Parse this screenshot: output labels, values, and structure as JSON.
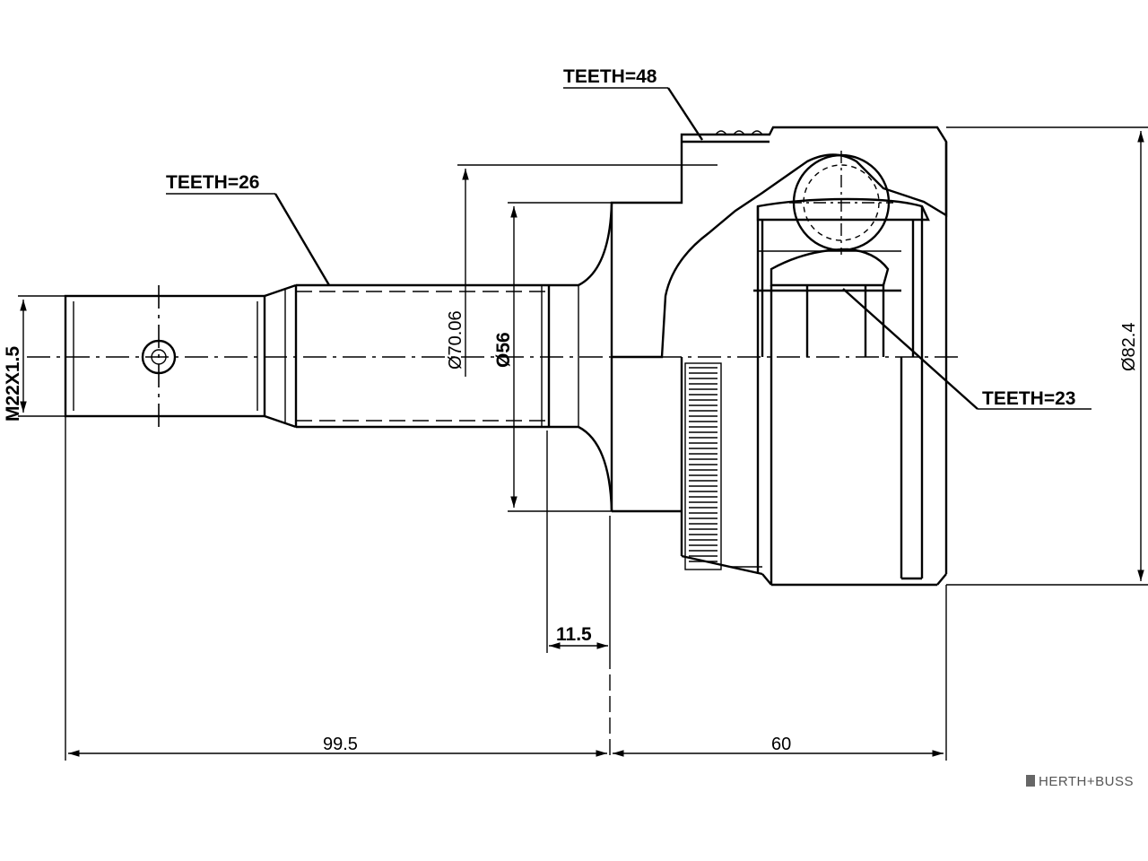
{
  "labels": {
    "teeth_outer": "TEETH=48",
    "teeth_shaft": "TEETH=26",
    "teeth_inner": "TEETH=23"
  },
  "dimensions": {
    "thread": "M22X1.5",
    "spline_diameter": "Ø70.06",
    "seat_diameter": "Ø56",
    "outer_diameter": "Ø82.4",
    "shoulder_width": "11.5",
    "stub_length": "99.5",
    "bell_length": "60"
  },
  "brand": {
    "logo_text": "HERTH+BUSS"
  }
}
